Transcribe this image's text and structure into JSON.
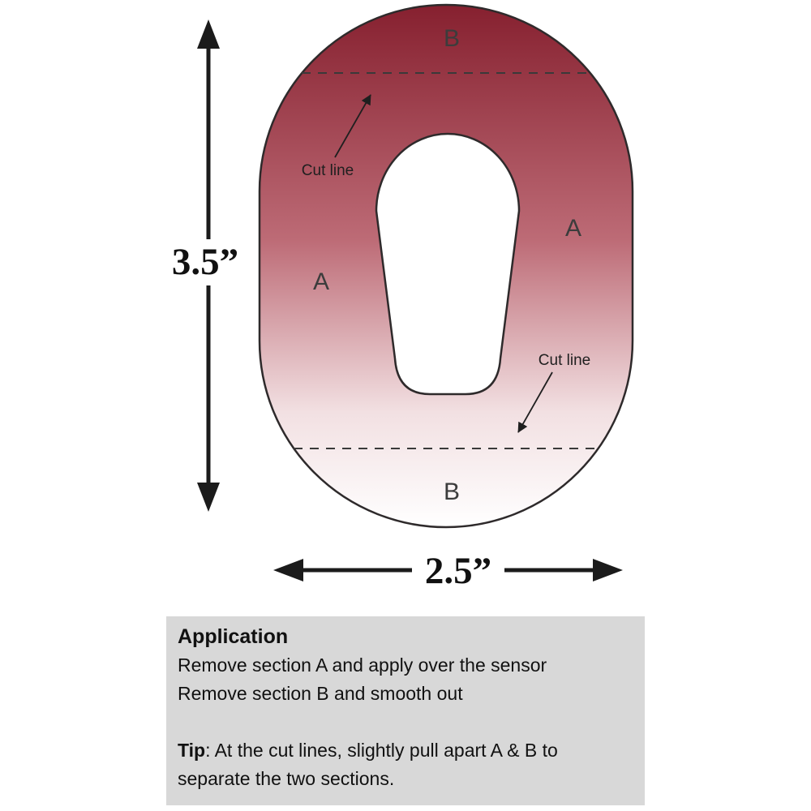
{
  "colors": {
    "gradient_top": "#86202f",
    "gradient_mid": "#bd6b76",
    "gradient_light": "#f2e0e2",
    "gradient_bottom": "#ffffff",
    "outline": "#2e2a2b",
    "panel_background": "#d8d8d8",
    "annotation": "#1f1f1f"
  },
  "patch": {
    "section_label_top": "B",
    "section_label_left": "A",
    "section_label_right": "A",
    "section_label_bottom": "B",
    "cut_line_top": "Cut line",
    "cut_line_bottom": "Cut line"
  },
  "dimensions": {
    "height": "3.5”",
    "width": "2.5”"
  },
  "instructions": {
    "title": "Application",
    "line1": "Remove section A and apply over the sensor",
    "line2": "Remove section B and smooth out",
    "tip_label": "Tip",
    "tip_body": ": At the cut lines, slightly pull apart A & B to separate the two sections."
  }
}
